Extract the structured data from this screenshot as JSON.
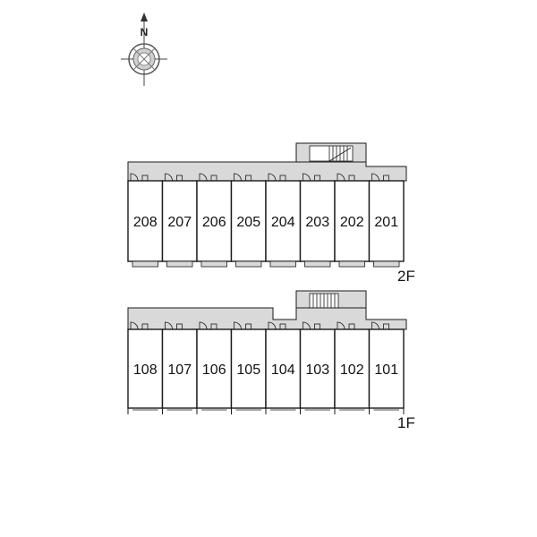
{
  "compass": {
    "north_label": "N"
  },
  "floors": [
    {
      "label": "2F",
      "units": [
        "208",
        "207",
        "206",
        "205",
        "204",
        "203",
        "202",
        "201"
      ]
    },
    {
      "label": "1F",
      "units": [
        "108",
        "107",
        "106",
        "105",
        "104",
        "103",
        "102",
        "101"
      ]
    }
  ],
  "colors": {
    "corridor": "#d9d9d9",
    "line": "#1a1a1a",
    "unit_fill": "#ffffff"
  }
}
